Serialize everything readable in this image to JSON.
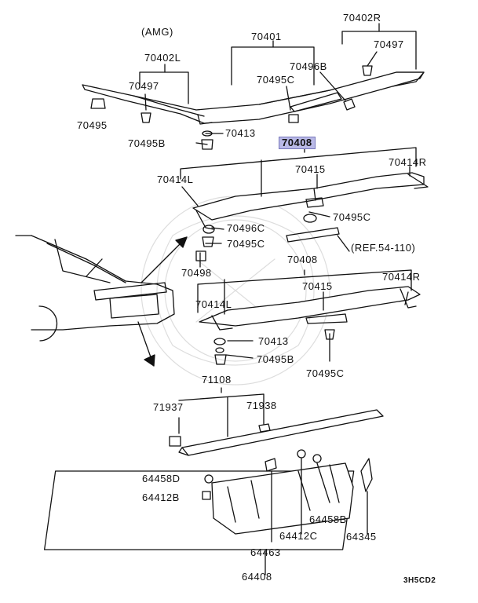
{
  "diagram": {
    "variant_note": "(AMG)",
    "drawing_code": "3H5CD2",
    "reference": "(REF.54-110)",
    "highlight_color": "#b9b9e6",
    "parts": {
      "p70402R": "70402R",
      "p70401": "70401",
      "p70497a": "70497",
      "p70402L": "70402L",
      "p70496B": "70496B",
      "p70497b": "70497",
      "p70495C_a": "70495C",
      "p70495": "70495",
      "p70413_a": "70413",
      "p70495B_a": "70495B",
      "p70408_hl": "70408",
      "p70414R_a": "70414R",
      "p70415_a": "70415",
      "p70414L_a": "70414L",
      "p70495C_b": "70495C",
      "p70496C": "70496C",
      "p70495C_c": "70495C",
      "p70498": "70498",
      "p70408_b": "70408",
      "p70415_b": "70415",
      "p70414R_b": "70414R",
      "p70414L_b": "70414L",
      "p70413_b": "70413",
      "p70495B_b": "70495B",
      "p70495C_d": "70495C",
      "p71108": "71108",
      "p71937": "71937",
      "p71938": "71938",
      "p64458D": "64458D",
      "p64412B": "64412B",
      "p64458B": "64458B",
      "p64412C": "64412C",
      "p64345": "64345",
      "p64463": "64463",
      "p64408": "64408"
    }
  }
}
